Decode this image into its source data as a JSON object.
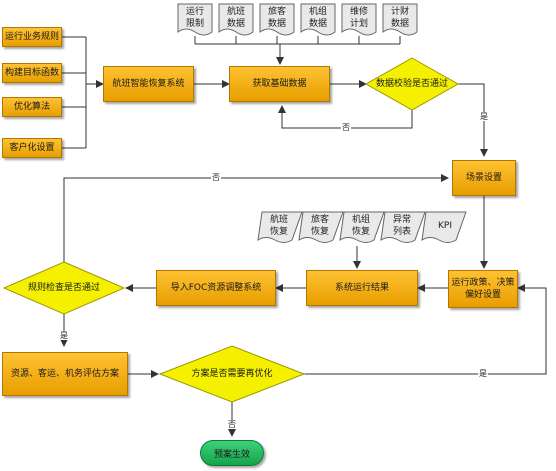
{
  "inputs": {
    "rules": "运行业务规则",
    "objective": "构建目标函数",
    "algorithm": "优化算法",
    "custom": "客户化设置"
  },
  "top_docs": [
    {
      "l1": "运行",
      "l2": "限制"
    },
    {
      "l1": "航班",
      "l2": "数据"
    },
    {
      "l1": "旅客",
      "l2": "数据"
    },
    {
      "l1": "机组",
      "l2": "数据"
    },
    {
      "l1": "维修",
      "l2": "计划"
    },
    {
      "l1": "计财",
      "l2": "数据"
    }
  ],
  "mid_docs": [
    {
      "l1": "航班",
      "l2": "恢复"
    },
    {
      "l1": "旅客",
      "l2": "恢复"
    },
    {
      "l1": "机组",
      "l2": "恢复"
    },
    {
      "l1": "异常",
      "l2": "列表"
    },
    {
      "l1": "KPI",
      "l2": ""
    }
  ],
  "nodes": {
    "recovery_system": "航班智能恢复系统",
    "get_base_data": "获取基础数据",
    "data_check": "数据校验是否通过",
    "scenario": "场景设置",
    "policy": "运行政策、决策偏好设置",
    "results": "系统运行结果",
    "import_foc": "导入FOC资源调整系统",
    "rule_check": "规则检查是否通过",
    "evaluate": "资源、客运、机务评估方案",
    "reoptimize": "方案是否需要再优化",
    "generate": "预案生效"
  },
  "edge_labels": {
    "no": "否",
    "yes": "是"
  }
}
